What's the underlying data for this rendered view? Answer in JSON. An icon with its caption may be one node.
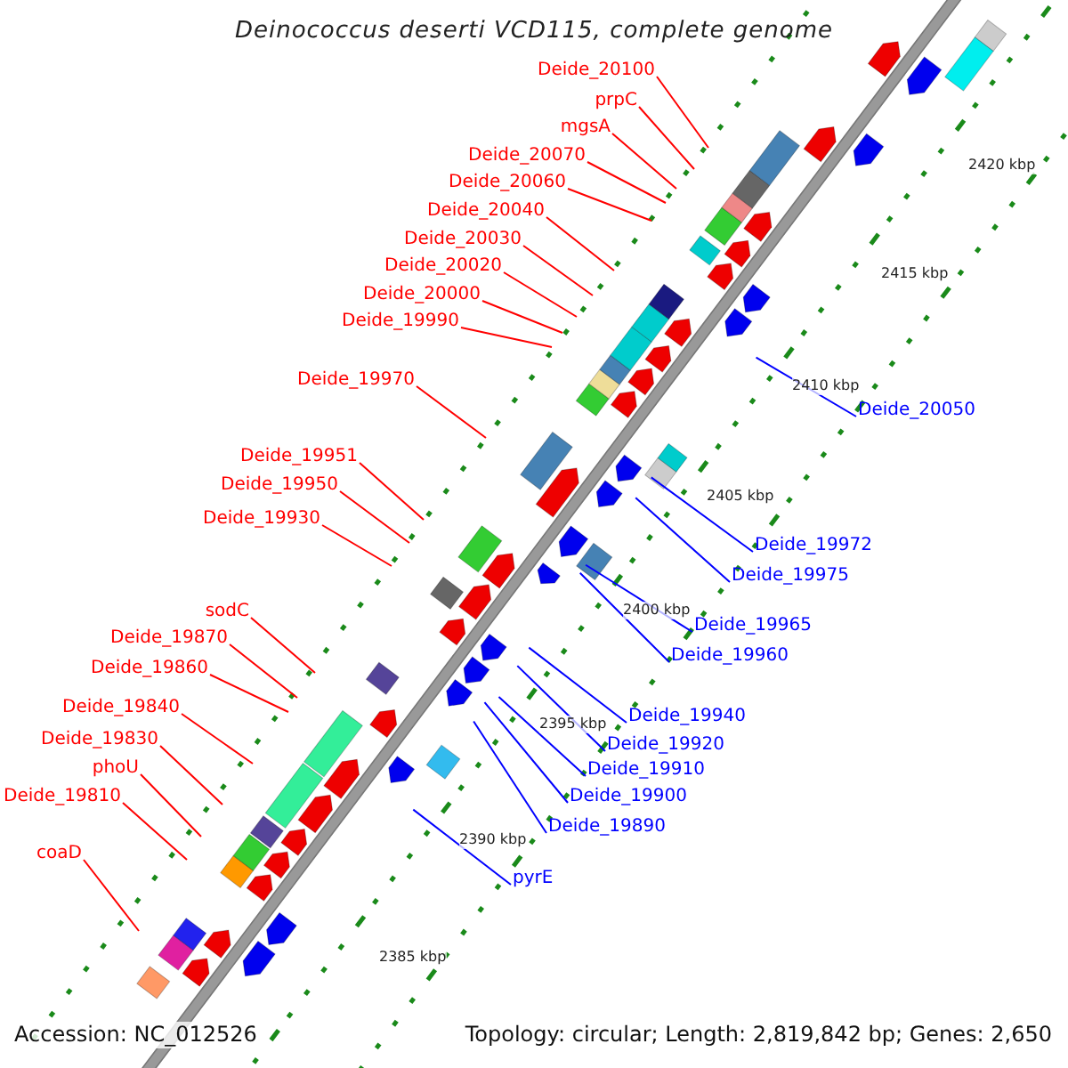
{
  "diagram": {
    "title": "Deinococcus deserti VCD115, complete genome",
    "nodes": [
      {
        "text": [
          "Deide_20100"
        ]
      },
      {
        "text": [
          "prpC"
        ]
      },
      {
        "text": [
          "mgsA"
        ]
      },
      {
        "text": [
          "Deide_20070"
        ]
      },
      {
        "text": [
          "Deide_20060"
        ]
      },
      {
        "text": [
          "Deide_20040"
        ]
      },
      {
        "text": [
          "Deide_20030"
        ]
      },
      {
        "text": [
          "Deide_20020"
        ]
      },
      {
        "text": [
          "Deide_20000"
        ]
      },
      {
        "text": [
          "Deide_19990"
        ]
      },
      {
        "text": [
          "Deide_19970"
        ]
      },
      {
        "text": [
          "Deide_19951"
        ]
      },
      {
        "text": [
          "Deide_19950"
        ]
      },
      {
        "text": [
          "Deide_19930"
        ]
      },
      {
        "text": [
          "sodC"
        ]
      },
      {
        "text": [
          "Deide_19870"
        ]
      },
      {
        "text": [
          "Deide_19860"
        ]
      },
      {
        "text": [
          "Deide_19840"
        ]
      },
      {
        "text": [
          "Deide_19830"
        ]
      },
      {
        "text": [
          "phoU"
        ]
      },
      {
        "text": [
          "Deide_19810"
        ]
      },
      {
        "text": [
          "coaD"
        ]
      },
      {
        "text": [
          "Deide_20050"
        ]
      },
      {
        "text": [
          "Deide_19972"
        ]
      },
      {
        "text": [
          "Deide_19975"
        ]
      },
      {
        "text": [
          "Deide_19965"
        ]
      },
      {
        "text": [
          "Deide_19960"
        ]
      },
      {
        "text": [
          "Deide_19940"
        ]
      },
      {
        "text": [
          "Deide_19920"
        ]
      },
      {
        "text": [
          "Deide_19910"
        ]
      },
      {
        "text": [
          "Deide_19900"
        ]
      },
      {
        "text": [
          "Deide_19890"
        ]
      },
      {
        "text": [
          "pyrE"
        ]
      }
    ],
    "edges": [
      {
        "from": 0,
        "to": null,
        "arrow": "none"
      },
      {
        "from": 1,
        "to": null,
        "arrow": "none"
      },
      {
        "from": 2,
        "to": null,
        "arrow": "none"
      },
      {
        "from": 3,
        "to": null,
        "arrow": "none"
      },
      {
        "from": 4,
        "to": null,
        "arrow": "none"
      },
      {
        "from": 5,
        "to": null,
        "arrow": "none"
      },
      {
        "from": 6,
        "to": null,
        "arrow": "none"
      },
      {
        "from": 7,
        "to": null,
        "arrow": "none"
      },
      {
        "from": 8,
        "to": null,
        "arrow": "none"
      },
      {
        "from": 9,
        "to": null,
        "arrow": "none"
      },
      {
        "from": 10,
        "to": null,
        "arrow": "none"
      },
      {
        "from": 11,
        "to": null,
        "arrow": "none"
      },
      {
        "from": 12,
        "to": null,
        "arrow": "none"
      },
      {
        "from": 13,
        "to": null,
        "arrow": "none"
      },
      {
        "from": 14,
        "to": null,
        "arrow": "none"
      },
      {
        "from": 15,
        "to": null,
        "arrow": "none"
      },
      {
        "from": 16,
        "to": null,
        "arrow": "none"
      },
      {
        "from": 17,
        "to": null,
        "arrow": "none"
      },
      {
        "from": 18,
        "to": null,
        "arrow": "none"
      },
      {
        "from": 19,
        "to": null,
        "arrow": "none"
      },
      {
        "from": 20,
        "to": null,
        "arrow": "none"
      },
      {
        "from": 21,
        "to": null,
        "arrow": "none"
      },
      {
        "from": 22,
        "to": null,
        "arrow": "none",
        "color": "#0000ff"
      },
      {
        "from": 23,
        "to": null,
        "arrow": "none",
        "color": "#0000ff"
      },
      {
        "from": 24,
        "to": null,
        "arrow": "none",
        "color": "#0000ff"
      },
      {
        "from": 25,
        "to": null,
        "arrow": "none",
        "color": "#0000ff"
      },
      {
        "from": 26,
        "to": null,
        "arrow": "none",
        "color": "#0000ff"
      },
      {
        "from": 27,
        "to": null,
        "arrow": "none",
        "color": "#0000ff"
      },
      {
        "from": 28,
        "to": null,
        "arrow": "none",
        "color": "#0000ff"
      },
      {
        "from": 29,
        "to": null,
        "arrow": "none",
        "color": "#0000ff"
      },
      {
        "from": 30,
        "to": null,
        "arrow": "none",
        "color": "#0000ff"
      },
      {
        "from": 31,
        "to": null,
        "arrow": "none",
        "color": "#0000ff"
      },
      {
        "from": 32,
        "to": null,
        "arrow": "none",
        "color": "#0000ff"
      }
    ],
    "labels": [
      "2420 kbp",
      "2415 kbp",
      "2410 kbp",
      "2405 kbp",
      "2400 kbp",
      "2395 kbp",
      "2390 kbp",
      "2385 kbp",
      "Accession: NC_012526",
      "Topology: circular; Length: 2,819,842 bp; Genes: 2,650"
    ]
  }
}
